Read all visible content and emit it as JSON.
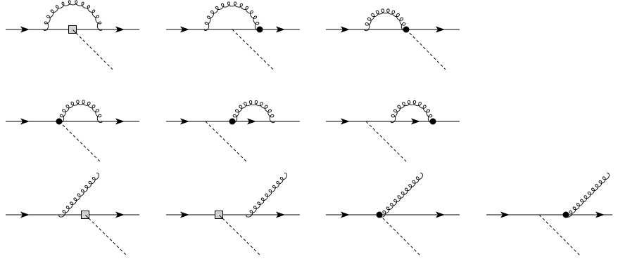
{
  "figure": {
    "background": "#ffffff",
    "line_color": "#000000",
    "counterterm_fill": "#d3d3d3"
  },
  "diagrams": [
    {
      "id": "d1",
      "loop": "self-energy",
      "insertion": "counterterm-box"
    },
    {
      "id": "d2",
      "loop": "vertex",
      "insertion": "effective-vertex-dot-right"
    },
    {
      "id": "d3",
      "loop": "vertex",
      "insertion": "effective-vertex-dot-right"
    },
    {
      "id": "d4",
      "loop": "vertex",
      "insertion": "effective-vertex-dot-left"
    },
    {
      "id": "d5",
      "loop": "self-energy-right",
      "insertion": "effective-vertex-dot"
    },
    {
      "id": "d6",
      "loop": "self-energy-right",
      "insertion": "effective-vertex-dot"
    },
    {
      "id": "d7",
      "loop": "real-emission",
      "insertion": "counterterm-box"
    },
    {
      "id": "d8",
      "loop": "real-emission",
      "insertion": "counterterm-box"
    },
    {
      "id": "d9",
      "loop": "real-emission",
      "insertion": "effective-vertex-dot"
    },
    {
      "id": "d10",
      "loop": "real-emission",
      "insertion": "effective-vertex-dot"
    }
  ]
}
